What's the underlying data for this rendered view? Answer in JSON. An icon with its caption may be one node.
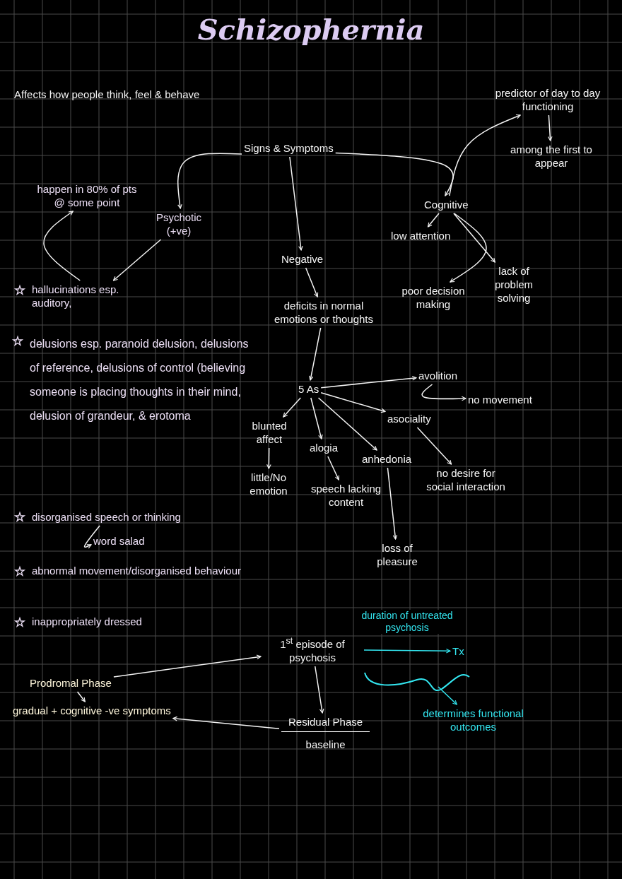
{
  "diagram": {
    "title": "Schizophernia",
    "nodes": [
      {
        "text": [
          "Signs & Symptoms"
        ]
      },
      {
        "text": [
          "Psychotic (+ve)"
        ]
      },
      {
        "text": [
          "Negative"
        ]
      },
      {
        "text": [
          "Cognitive"
        ]
      },
      {
        "text": [
          "happen in 80% of pts @ some point"
        ]
      },
      {
        "text": [
          "hallucinations esp. auditory,"
        ]
      },
      {
        "text": [
          "predictor of day to day functioning"
        ]
      },
      {
        "text": [
          "among the first to appear"
        ]
      },
      {
        "text": [
          "low attention"
        ]
      },
      {
        "text": [
          "poor decision making"
        ]
      },
      {
        "text": [
          "lack of problem solving"
        ]
      },
      {
        "text": [
          "deficits in normal emotions or thoughts"
        ]
      },
      {
        "text": [
          "5 As"
        ]
      },
      {
        "text": [
          "avolition"
        ]
      },
      {
        "text": [
          "no movement"
        ]
      },
      {
        "text": [
          "asociality"
        ]
      },
      {
        "text": [
          "no desire for social interaction"
        ]
      },
      {
        "text": [
          "blunted affect"
        ]
      },
      {
        "text": [
          "little/No emotion"
        ]
      },
      {
        "text": [
          "alogia"
        ]
      },
      {
        "text": [
          "speech lacking content"
        ]
      },
      {
        "text": [
          "anhedonia"
        ]
      },
      {
        "text": [
          "loss of pleasure"
        ]
      },
      {
        "text": [
          "disorganised speech or thinking"
        ]
      },
      {
        "text": [
          "word salad"
        ]
      },
      {
        "text": [
          "Prodromal Phase"
        ]
      },
      {
        "text": [
          "gradual + cognitive -ve symptoms"
        ]
      },
      {
        "text": [
          "1$^{st}$ episode of psychosis"
        ]
      },
      {
        "text": [
          "Residual Phase",
          "baseline"
        ]
      },
      {
        "text": [
          "Tx"
        ]
      },
      {
        "text": [
          "determines functional outcomes"
        ]
      }
    ],
    "edges": [
      {
        "from": 0,
        "to": 1,
        "arrow": "to"
      },
      {
        "from": 0,
        "to": 2,
        "arrow": "to"
      },
      {
        "from": 0,
        "to": 3,
        "arrow": "to"
      },
      {
        "from": 1,
        "to": 5,
        "arrow": "to"
      },
      {
        "from": 5,
        "to": 4,
        "arrow": "to"
      },
      {
        "from": 3,
        "to": 6,
        "arrow": "to"
      },
      {
        "from": 6,
        "to": 7,
        "arrow": "to"
      },
      {
        "from": 3,
        "to": 8,
        "arrow": "to"
      },
      {
        "from": 3,
        "to": 9,
        "arrow": "to"
      },
      {
        "from": 3,
        "to": 10,
        "arrow": "to"
      },
      {
        "from": 2,
        "to": 11,
        "arrow": "to"
      },
      {
        "from": 11,
        "to": 12,
        "arrow": "to"
      },
      {
        "from": 12,
        "to": 13,
        "arrow": "to"
      },
      {
        "from": 13,
        "to": 14,
        "arrow": "to"
      },
      {
        "from": 12,
        "to": 15,
        "arrow": "to"
      },
      {
        "from": 15,
        "to": 16,
        "arrow": "to"
      },
      {
        "from": 12,
        "to": 17,
        "arrow": "to"
      },
      {
        "from": 17,
        "to": 18,
        "arrow": "to"
      },
      {
        "from": 12,
        "to": 19,
        "arrow": "to"
      },
      {
        "from": 19,
        "to": 20,
        "arrow": "to"
      },
      {
        "from": 12,
        "to": 21,
        "arrow": "to"
      },
      {
        "from": 21,
        "to": 22,
        "arrow": "to"
      },
      {
        "from": 23,
        "to": 24,
        "arrow": "to"
      },
      {
        "from": 25,
        "to": 26,
        "arrow": "to"
      },
      {
        "from": 25,
        "to": 27,
        "arrow": "to"
      },
      {
        "from": 27,
        "to": 28,
        "arrow": "to"
      },
      {
        "from": 28,
        "to": 26,
        "arrow": "to"
      },
      {
        "from": 27,
        "to": 29,
        "arrow": "to",
        "label": "duration of untreated psychosis",
        "color": "#33e6f0"
      },
      {
        "from": null,
        "to": 30,
        "arrow": "to",
        "color": "#33e6f0"
      }
    ],
    "labels": [
      "Affects how people think, feel & behave",
      "delusions esp. paranoid delusion, delusions of reference, delusions of control (believing someone is placing thoughts in their mind, delusion of grandeur, & erotoma",
      "abnormal movement/disorganised behaviour",
      "inappropriately dressed"
    ]
  }
}
